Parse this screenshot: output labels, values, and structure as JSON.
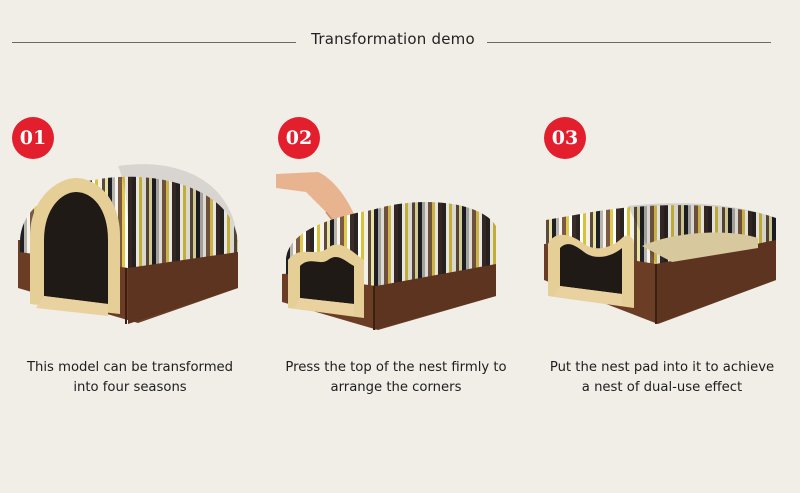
{
  "page": {
    "title": "Transformation demo"
  },
  "steps": [
    {
      "number": "01",
      "caption_line1": "This model can be transformed",
      "caption_line2": "into four seasons"
    },
    {
      "number": "02",
      "caption_line1": "Press the top of the nest firmly to",
      "caption_line2": "arrange the corners"
    },
    {
      "number": "03",
      "caption_line1": "Put the nest pad into it to achieve",
      "caption_line2": "a nest of dual-use effect"
    }
  ],
  "colors": {
    "badge": "#e31f2e",
    "background": "#f1eee8",
    "brown": "#6b3d24",
    "cream": "#e9d09a"
  }
}
